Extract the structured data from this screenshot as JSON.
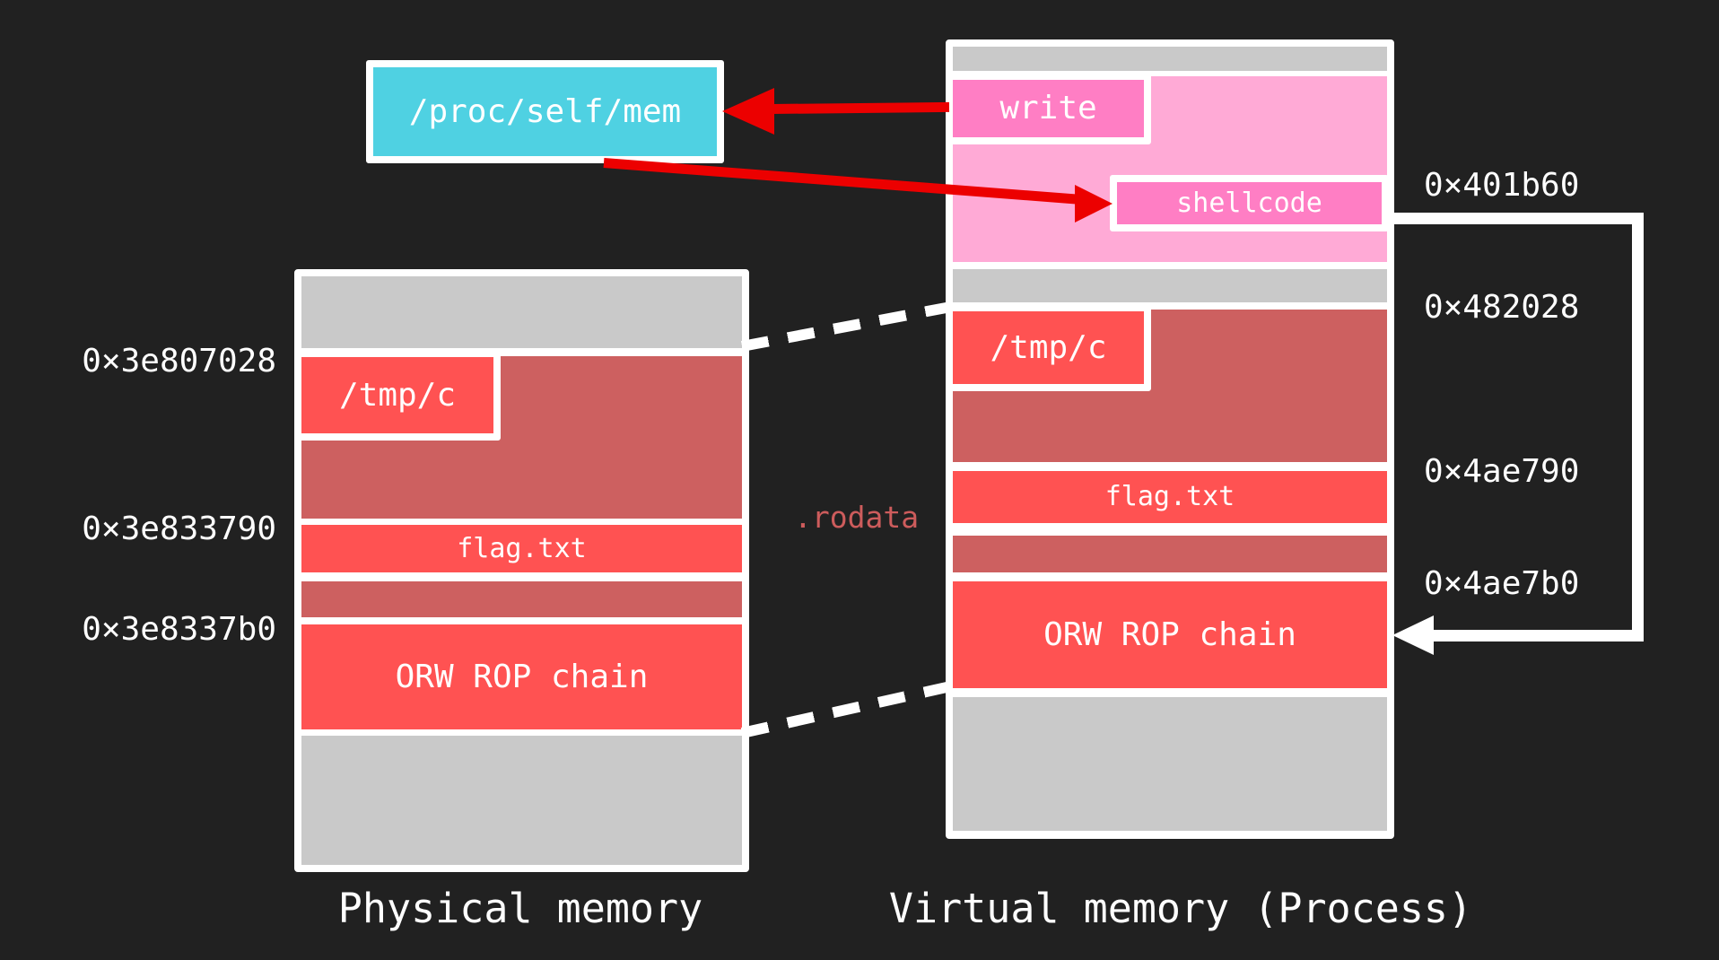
{
  "colors": {
    "background": "#212121",
    "gray": "#c9c9c9",
    "red": "#ff5252",
    "dark_red": "#cd6060",
    "pink": "#ffaad6",
    "hot_pink": "#ff7ec4",
    "cyan": "#4fd1e2",
    "arrow_red": "#ec0000",
    "white": "#ffffff",
    "rodata_text": "#cd5c5c"
  },
  "proc_box": {
    "label": "/proc/self/mem"
  },
  "physical": {
    "caption": "Physical memory",
    "addresses": {
      "tmp_region": "0×3e807028",
      "flag": "0×3e833790",
      "orw": "0×3e8337b0"
    },
    "blocks": {
      "tmp": "/tmp/c",
      "flag": "flag.txt",
      "orw": "ORW ROP chain"
    }
  },
  "virtual": {
    "caption": "Virtual memory (Process)",
    "addresses": {
      "shellcode": "0×401b60",
      "tmp_region": "0×482028",
      "flag": "0×4ae790",
      "orw": "0×4ae7b0"
    },
    "blocks": {
      "write": "write",
      "shellcode": "shellcode",
      "tmp": "/tmp/c",
      "flag": "flag.txt",
      "orw": "ORW ROP chain"
    }
  },
  "annotations": {
    "rodata": ".rodata"
  }
}
